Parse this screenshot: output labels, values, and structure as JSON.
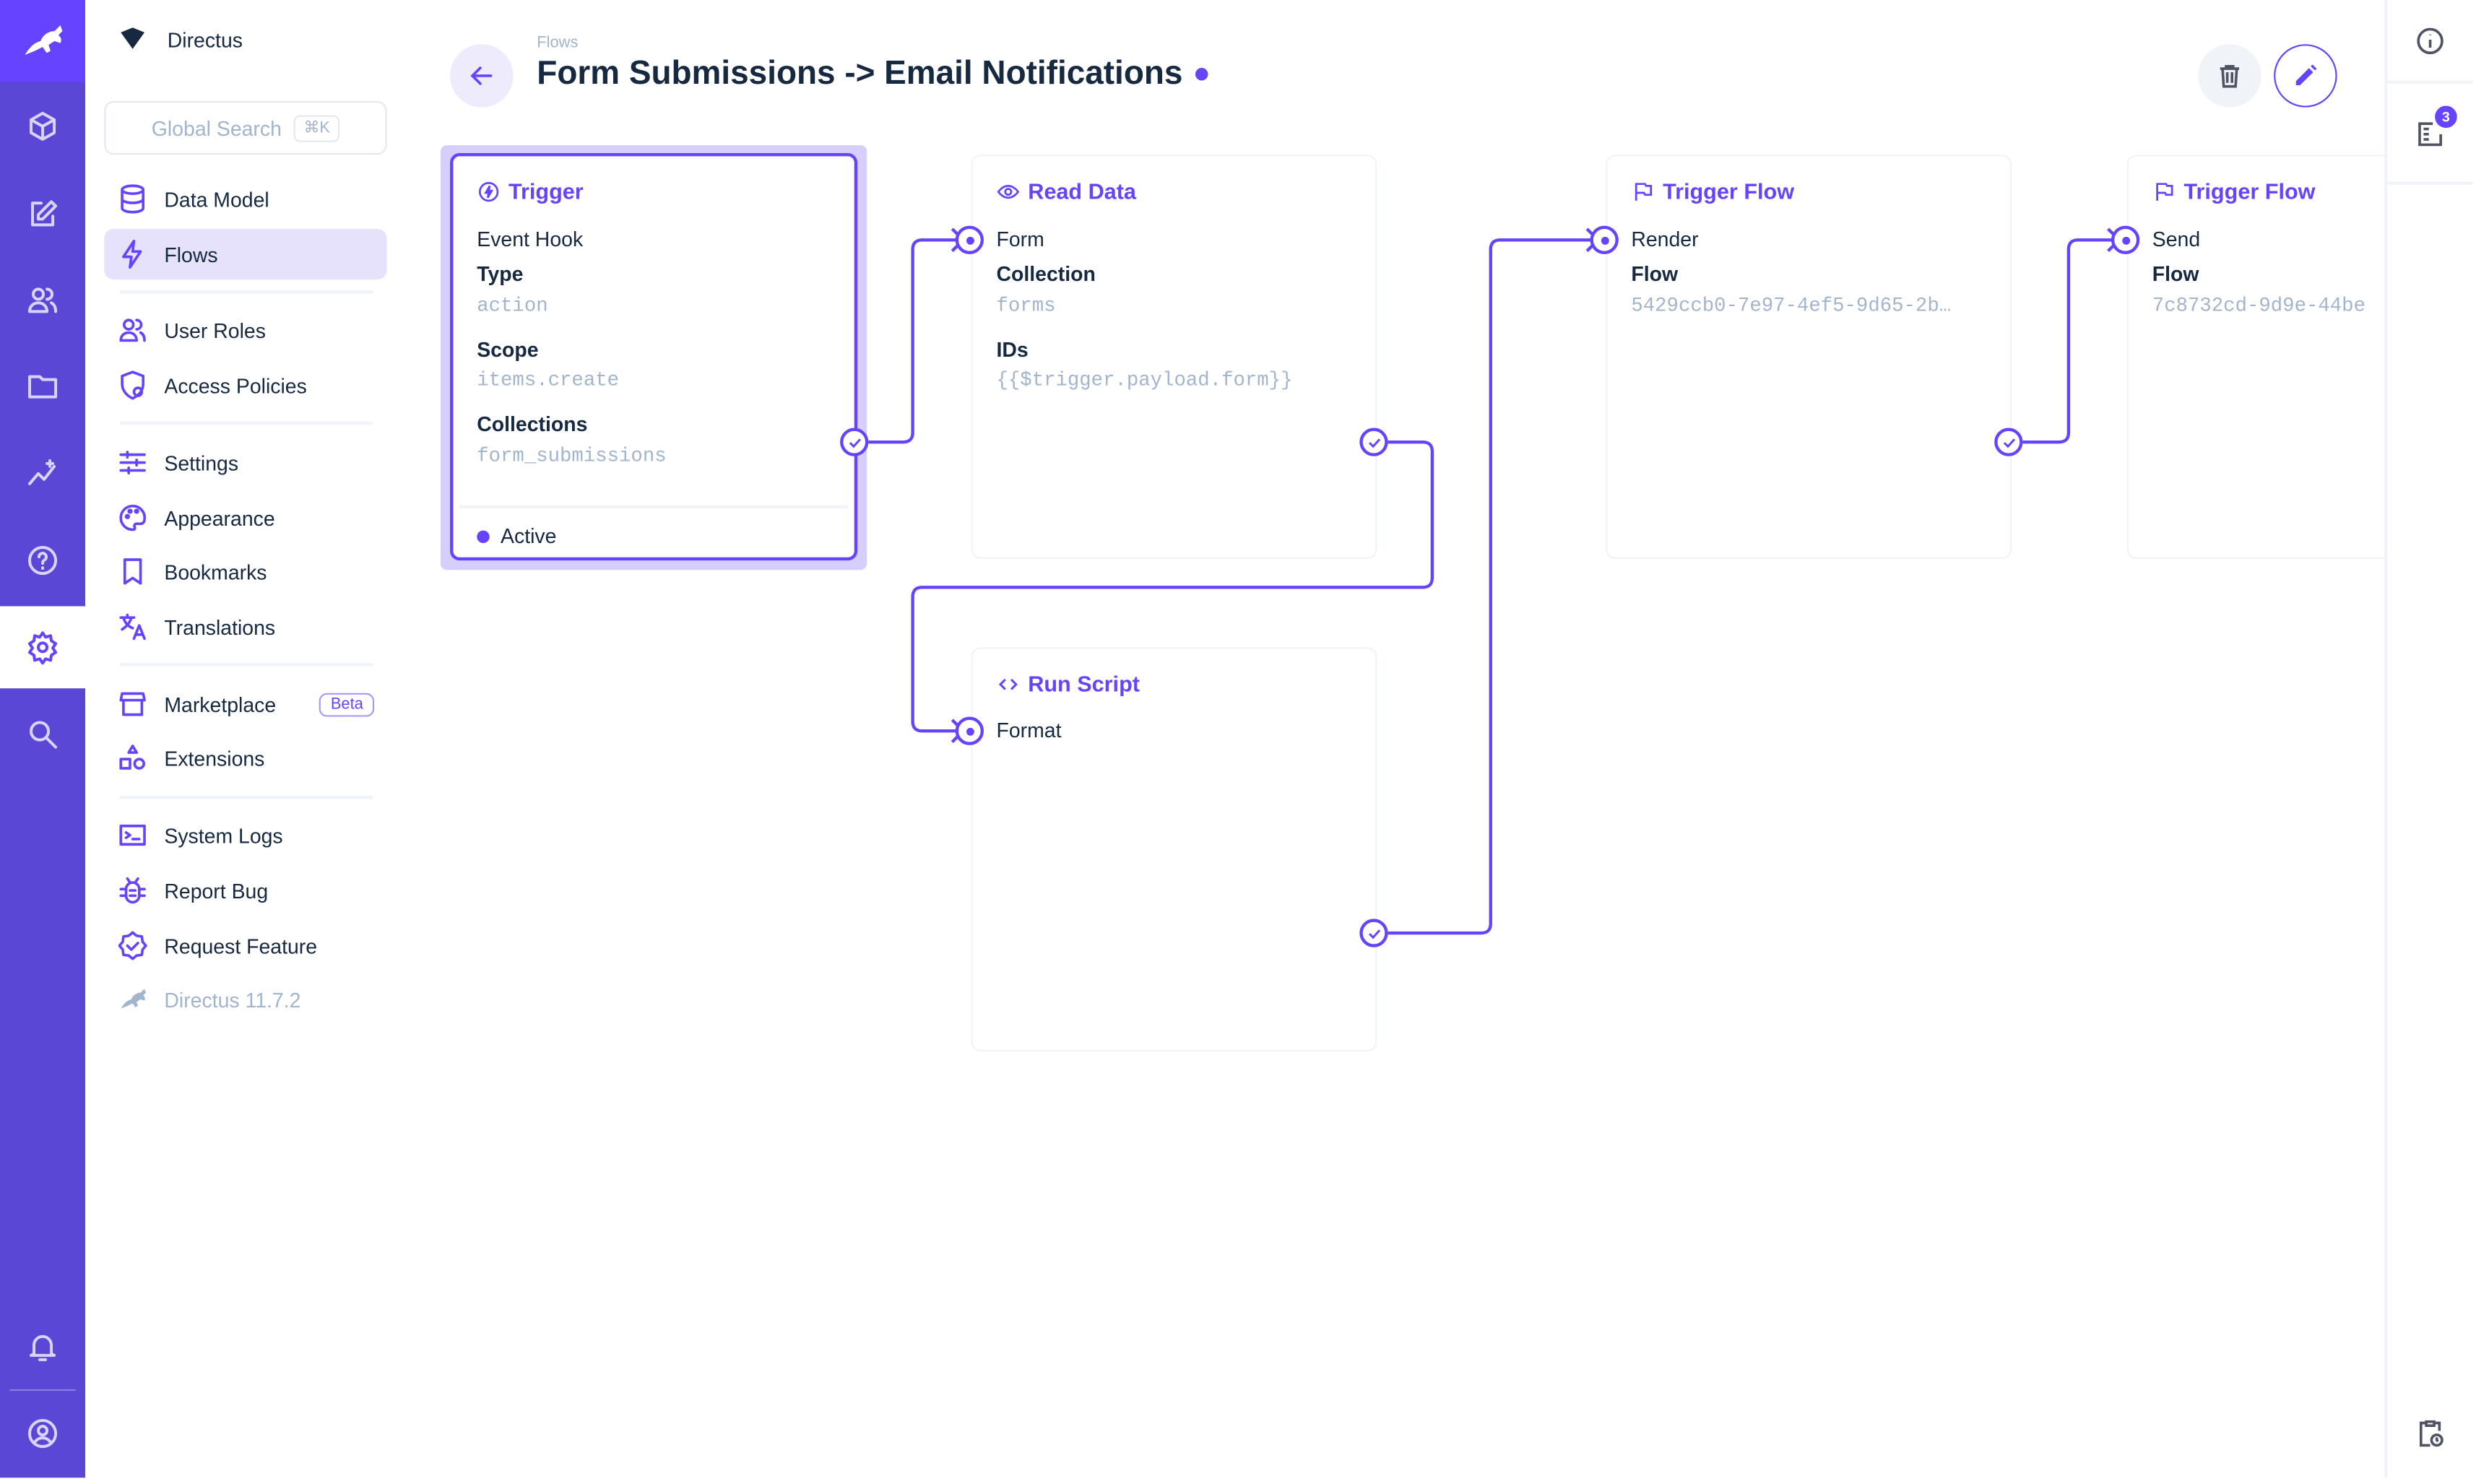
{
  "app": {
    "name": "Directus",
    "accent": "#6644ff",
    "rail_color": "#5b47d6"
  },
  "rail": {
    "icons": [
      "directus-logo-icon",
      "content-icon",
      "edit-icon",
      "users-icon",
      "files-icon",
      "insights-icon",
      "help-icon",
      "settings-icon",
      "search-icon",
      "notifications-icon",
      "user-avatar-icon"
    ]
  },
  "nav": {
    "brand": "Directus",
    "search": {
      "placeholder": "Global Search",
      "shortcut": "⌘K"
    },
    "items": [
      {
        "label": "Data Model",
        "icon": "database-icon"
      },
      {
        "label": "Flows",
        "icon": "bolt-icon",
        "active": true
      },
      {
        "label": "User Roles",
        "icon": "users-icon"
      },
      {
        "label": "Access Policies",
        "icon": "shield-icon"
      },
      {
        "label": "Settings",
        "icon": "sliders-icon"
      },
      {
        "label": "Appearance",
        "icon": "palette-icon"
      },
      {
        "label": "Bookmarks",
        "icon": "bookmark-icon"
      },
      {
        "label": "Translations",
        "icon": "translate-icon"
      },
      {
        "label": "Marketplace",
        "icon": "store-icon",
        "badge": "Beta"
      },
      {
        "label": "Extensions",
        "icon": "shapes-icon"
      },
      {
        "label": "System Logs",
        "icon": "terminal-icon"
      },
      {
        "label": "Report Bug",
        "icon": "bug-icon"
      },
      {
        "label": "Request Feature",
        "icon": "verified-icon"
      },
      {
        "label": "Directus 11.7.2",
        "icon": "directus-logo-icon"
      }
    ]
  },
  "header": {
    "breadcrumb": "Flows",
    "title": "Form Submissions -> Email Notifications",
    "status": "active"
  },
  "sidebar_right": {
    "notification_count": "3"
  },
  "flow": {
    "trigger": {
      "title": "Trigger",
      "subtitle": "Event Hook",
      "fields": [
        {
          "label": "Type",
          "value": "action"
        },
        {
          "label": "Scope",
          "value": "items.create"
        },
        {
          "label": "Collections",
          "value": "form_submissions"
        }
      ],
      "status": "Active"
    },
    "read_data": {
      "title": "Read Data",
      "name": "Form",
      "fields": [
        {
          "label": "Collection",
          "value": "forms"
        },
        {
          "label": "IDs",
          "value": "{{$trigger.payload.form}}"
        }
      ]
    },
    "run_script": {
      "title": "Run Script",
      "name": "Format"
    },
    "trigger_flow_1": {
      "title": "Trigger Flow",
      "name": "Render",
      "fields": [
        {
          "label": "Flow",
          "value": "5429ccb0-7e97-4ef5-9d65-2b…"
        }
      ]
    },
    "trigger_flow_2": {
      "title": "Trigger Flow",
      "name": "Send",
      "fields": [
        {
          "label": "Flow",
          "value": "7c8732cd-9d9e-44be"
        }
      ]
    }
  }
}
